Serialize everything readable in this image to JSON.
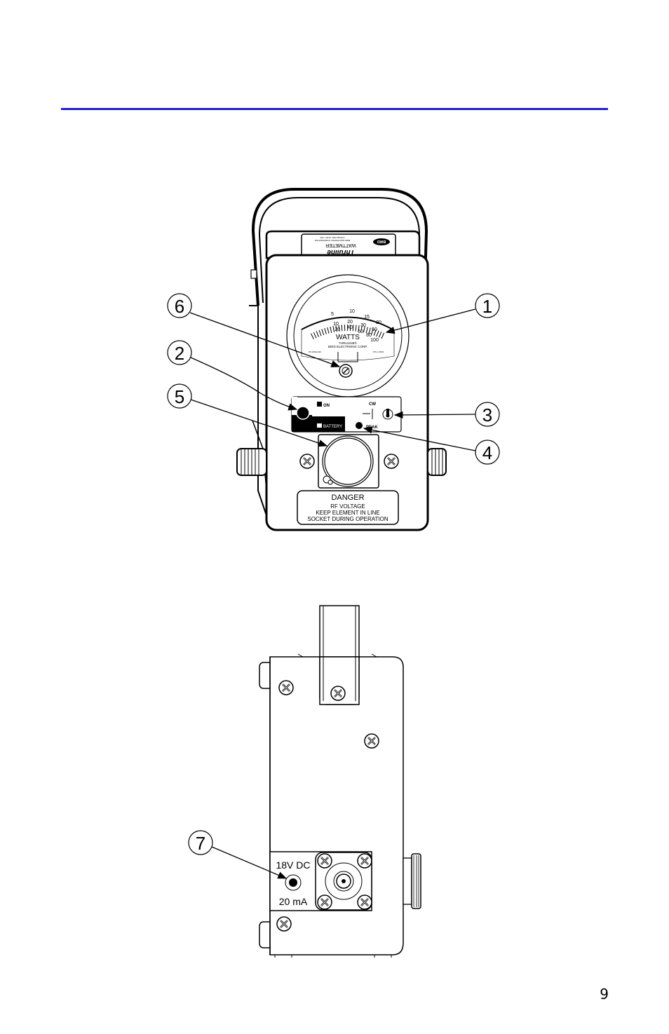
{
  "page": {
    "number": "9",
    "rule_color": "#1f1fd0"
  },
  "front_view": {
    "nameplate": {
      "brand": "Thruline",
      "product": "WATTMETER",
      "lines": [
        "MODEL 4304A",
        "SERIAL ####",
        "BIRD ELECTRONIC CORPORATION",
        "CLEVELAND, OHIO, USA"
      ],
      "logo": "BIRD"
    },
    "meter": {
      "scale_top": [
        "5",
        "10",
        "15",
        "20"
      ],
      "scale_mid": [
        "10",
        "20",
        "30",
        "50"
      ],
      "scale_low": [
        "20",
        "40",
        "60",
        "80",
        "100"
      ],
      "units": "WATTS",
      "trademark": "THRULINE®",
      "maker": "BIRD ELECTRONIC CORP.",
      "left_code": "PN 2090-190",
      "right_code": "P/N 1-3516"
    },
    "controls": {
      "on_label": "ON",
      "battery_label": "BATTERY",
      "cw_label": "CW",
      "peak_label": "PEAK"
    },
    "warning": {
      "title": "DANGER",
      "lines": [
        "RF VOLTAGE",
        "KEEP ELEMENT IN LINE",
        "SOCKET DURING OPERATION"
      ]
    },
    "callouts": [
      "1",
      "2",
      "3",
      "4",
      "5",
      "6"
    ]
  },
  "side_view": {
    "power_label_top": "18V DC",
    "power_label_bottom": "20 mA",
    "callouts": [
      "7"
    ]
  }
}
